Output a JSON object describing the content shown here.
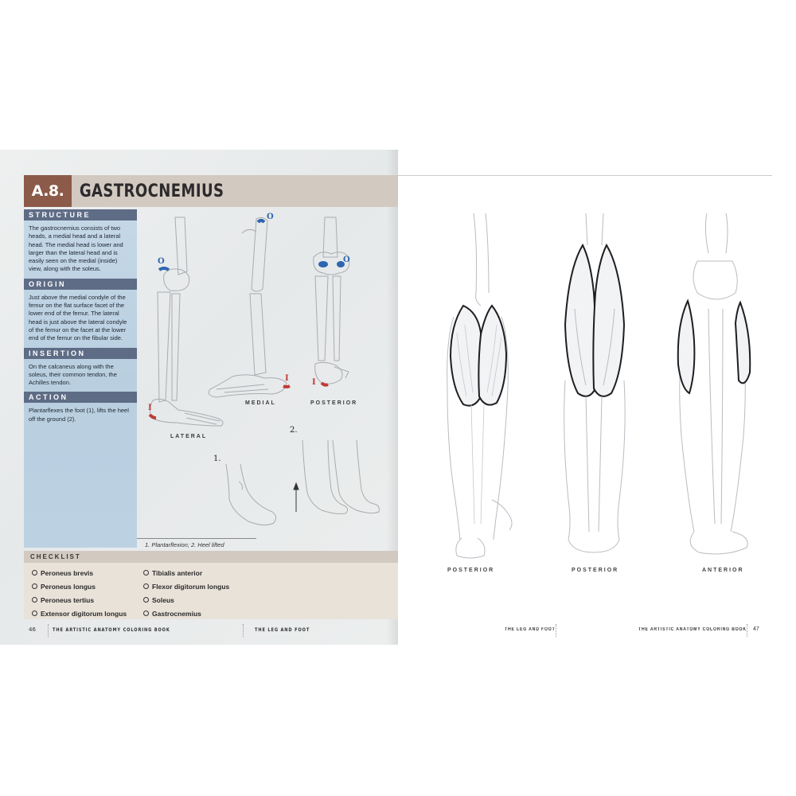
{
  "page_left": {
    "section_number": "A.8.",
    "title": "GASTROCNEMIUS",
    "structure": {
      "heading": "STRUCTURE",
      "text": "The gastrocnemius consists of two heads, a medial head and a lateral head. The medial head is lower and larger than the lateral head and is easily seen on the medial (inside) view, along with the soleus."
    },
    "origin": {
      "heading": "ORIGIN",
      "text": "Just above the medial condyle of the femur on the flat surface facet of the lower end of the femur. The lateral head is just above the lateral condyle of the femur on the facet at the lower end of the femur on the fibular side."
    },
    "insertion": {
      "heading": "INSERTION",
      "text": "On the calcaneus along with the soleus, their common tendon, the Achilles tendon."
    },
    "action": {
      "heading": "ACTION",
      "text": "Plantarflexes the foot (1), lifts the heel off the ground (2)."
    },
    "figure": {
      "labels": {
        "lateral": "LATERAL",
        "medial": "MEDIAL",
        "posterior": "POSTERIOR"
      },
      "markers": {
        "origin": "O",
        "insertion": "I"
      },
      "step_1": "1.",
      "step_2": "2.",
      "caption": "1. Plantarflexion; 2. Heel lifted"
    },
    "checklist": {
      "heading": "CHECKLIST",
      "col1": [
        "Peroneus brevis",
        "Peroneus longus",
        "Peroneus tertius",
        "Extensor digitorum longus"
      ],
      "col2": [
        "Tibialis anterior",
        "Flexor digitorum longus",
        "Soleus",
        "Gastrocnemius"
      ]
    },
    "footer": {
      "page_number": "46",
      "book_title": "THE ARTISTIC ANATOMY COLORING BOOK",
      "chapter": "THE LEG AND FOOT"
    }
  },
  "page_right": {
    "captions": [
      "POSTERIOR",
      "POSTERIOR",
      "ANTERIOR"
    ],
    "footer": {
      "chapter": "THE LEG AND FOOT",
      "book_title": "THE ARTISTIC ANATOMY COLORING BOOK",
      "page_number": "47"
    }
  },
  "colors": {
    "title_number_bg": "#8c5a48",
    "title_bar_bg": "#d2c9c1",
    "section_head_bg": "#5e6c86",
    "info_column_bg": "#bcd2e3",
    "origin_marker": "#2e66b0",
    "insertion_marker": "#c23a35"
  }
}
